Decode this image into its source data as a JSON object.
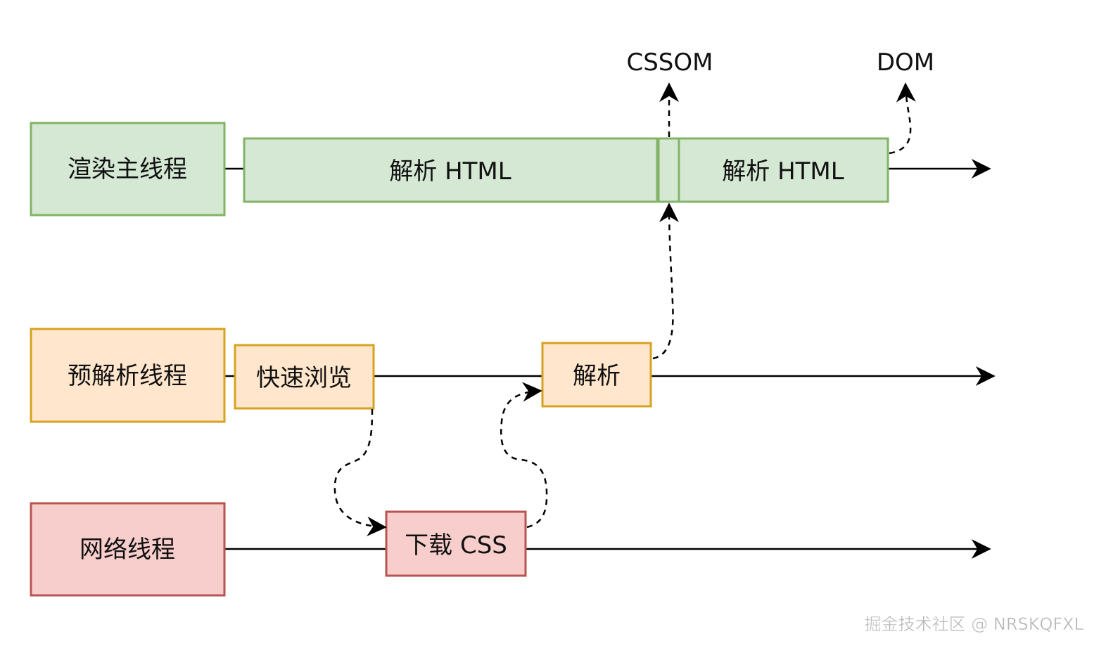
{
  "threads": {
    "render": {
      "label": "渲染主线程",
      "fill": "#d5e8d4",
      "stroke": "#82b366"
    },
    "preparse": {
      "label": "预解析线程",
      "fill": "#ffe6cc",
      "stroke": "#d6a21f"
    },
    "network": {
      "label": "网络线程",
      "fill": "#f8cecc",
      "stroke": "#b85450"
    }
  },
  "tasks": {
    "parse_html_1": "解析 HTML",
    "parse_html_2": "解析 HTML",
    "quick_scan": "快速浏览",
    "parse": "解析",
    "download_css": "下载 CSS"
  },
  "outputs": {
    "cssom": "CSSOM",
    "dom": "DOM"
  },
  "watermark": "掘金技术社区 @ NRSKQFXL"
}
